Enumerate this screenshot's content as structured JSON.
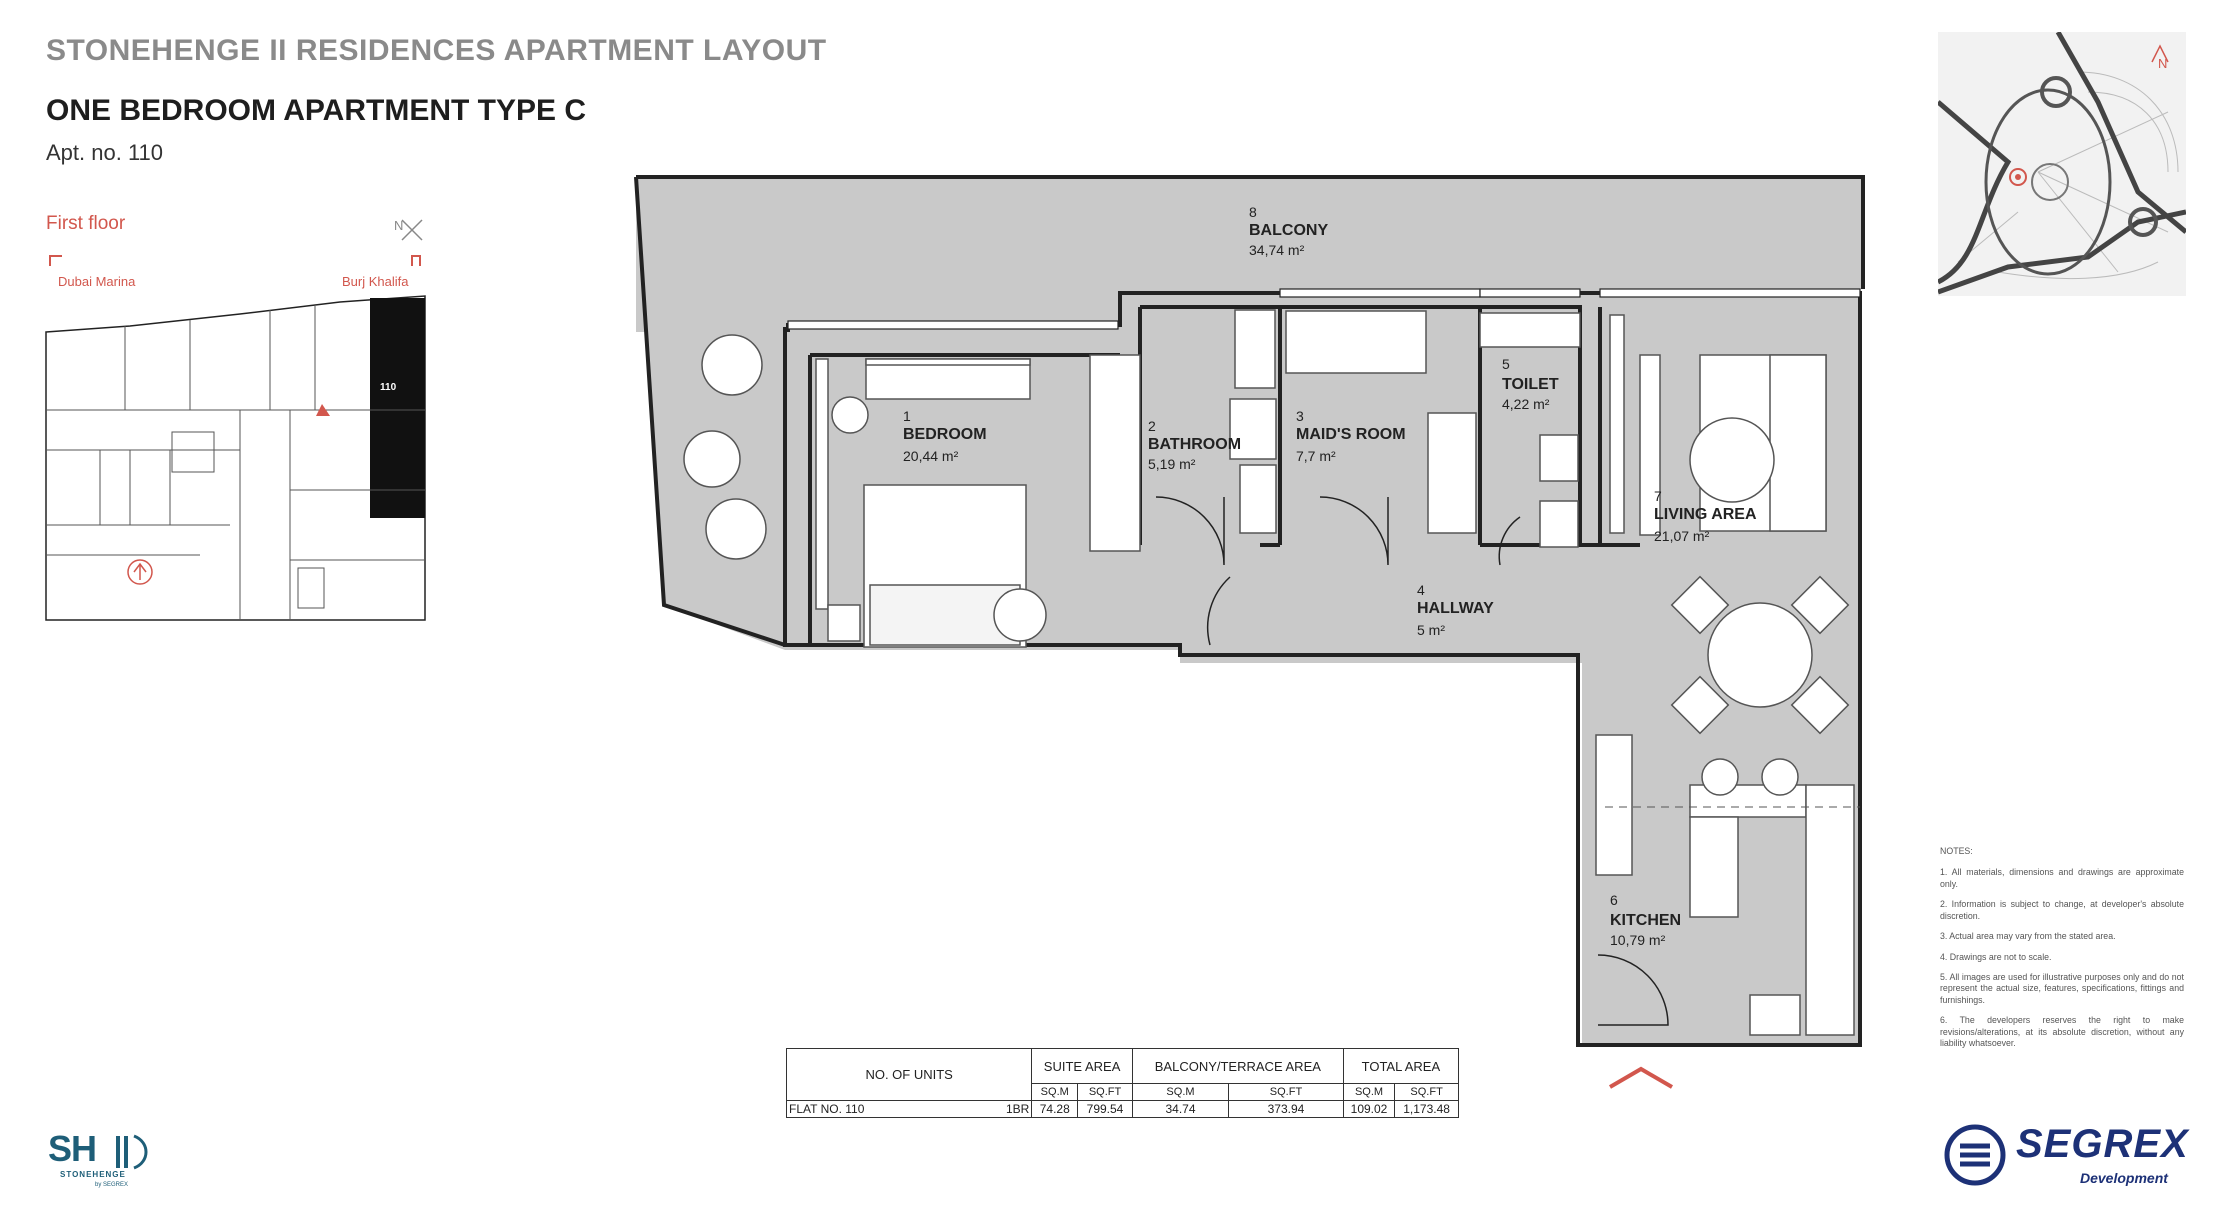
{
  "header": {
    "title": "STONEHENGE II RESIDENCES APARTMENT LAYOUT",
    "subtitle": "ONE BEDROOM APARTMENT TYPE C",
    "apartment": "Apt. no. 110"
  },
  "key_plan": {
    "floor": "First floor",
    "left_direction": "Dubai Marina",
    "right_direction": "Burj Khalifa",
    "north": "N",
    "unit": "110"
  },
  "rooms": [
    {
      "no": "1",
      "name": "BEDROOM",
      "area": "20,44 m²"
    },
    {
      "no": "2",
      "name": "BATHROOM",
      "area": "5,19 m²"
    },
    {
      "no": "3",
      "name": "MAID'S ROOM",
      "area": "7,7 m²"
    },
    {
      "no": "4",
      "name": "HALLWAY",
      "area": "5 m²"
    },
    {
      "no": "5",
      "name": "TOILET",
      "area": "4,22 m²"
    },
    {
      "no": "6",
      "name": "KITCHEN",
      "area": "10,79 m²"
    },
    {
      "no": "7",
      "name": "LIVING AREA",
      "area": "21,07 m²"
    },
    {
      "no": "8",
      "name": "BALCONY",
      "area": "34,74 m²"
    }
  ],
  "location_map": {
    "north": "N"
  },
  "table": {
    "col_units": "NO. OF UNITS",
    "col_suite": "SUITE AREA",
    "col_balcony": "BALCONY/TERRACE AREA",
    "col_total": "TOTAL AREA",
    "sqm": "SQ.M",
    "sqft": "SQ.FT",
    "row": {
      "flat": "FLAT NO. 110",
      "type": "1BR",
      "suite_sqm": "74.28",
      "suite_sqft": "799.54",
      "balcony_sqm": "34.74",
      "balcony_sqft": "373.94",
      "total_sqm": "109.02",
      "total_sqft": "1,173.48"
    }
  },
  "notes": {
    "heading": "NOTES:",
    "items": [
      "1. All materials, dimensions and drawings are approximate only.",
      "2. Information is subject to change, at developer's absolute discretion.",
      "3. Actual area may vary from the stated area.",
      "4. Drawings are not to scale.",
      "5. All images are used for illustrative purposes only and do not represent the actual size, features, specifications, fittings and furnishings.",
      "6. The developers reserves the right to make revisions/alterations, at its absolute discretion, without any liability whatsoever."
    ]
  },
  "logos": {
    "stonehenge_mark": "SH",
    "stonehenge_word": "STONEHENGE",
    "stonehenge_by": "by SEGREX",
    "segrex_name": "SEGREX",
    "segrex_sub": "Development"
  },
  "colors": {
    "floor": "#c9c9c9",
    "wall": "#222222",
    "accent": "#d2574d",
    "brand": "#1d3177"
  }
}
